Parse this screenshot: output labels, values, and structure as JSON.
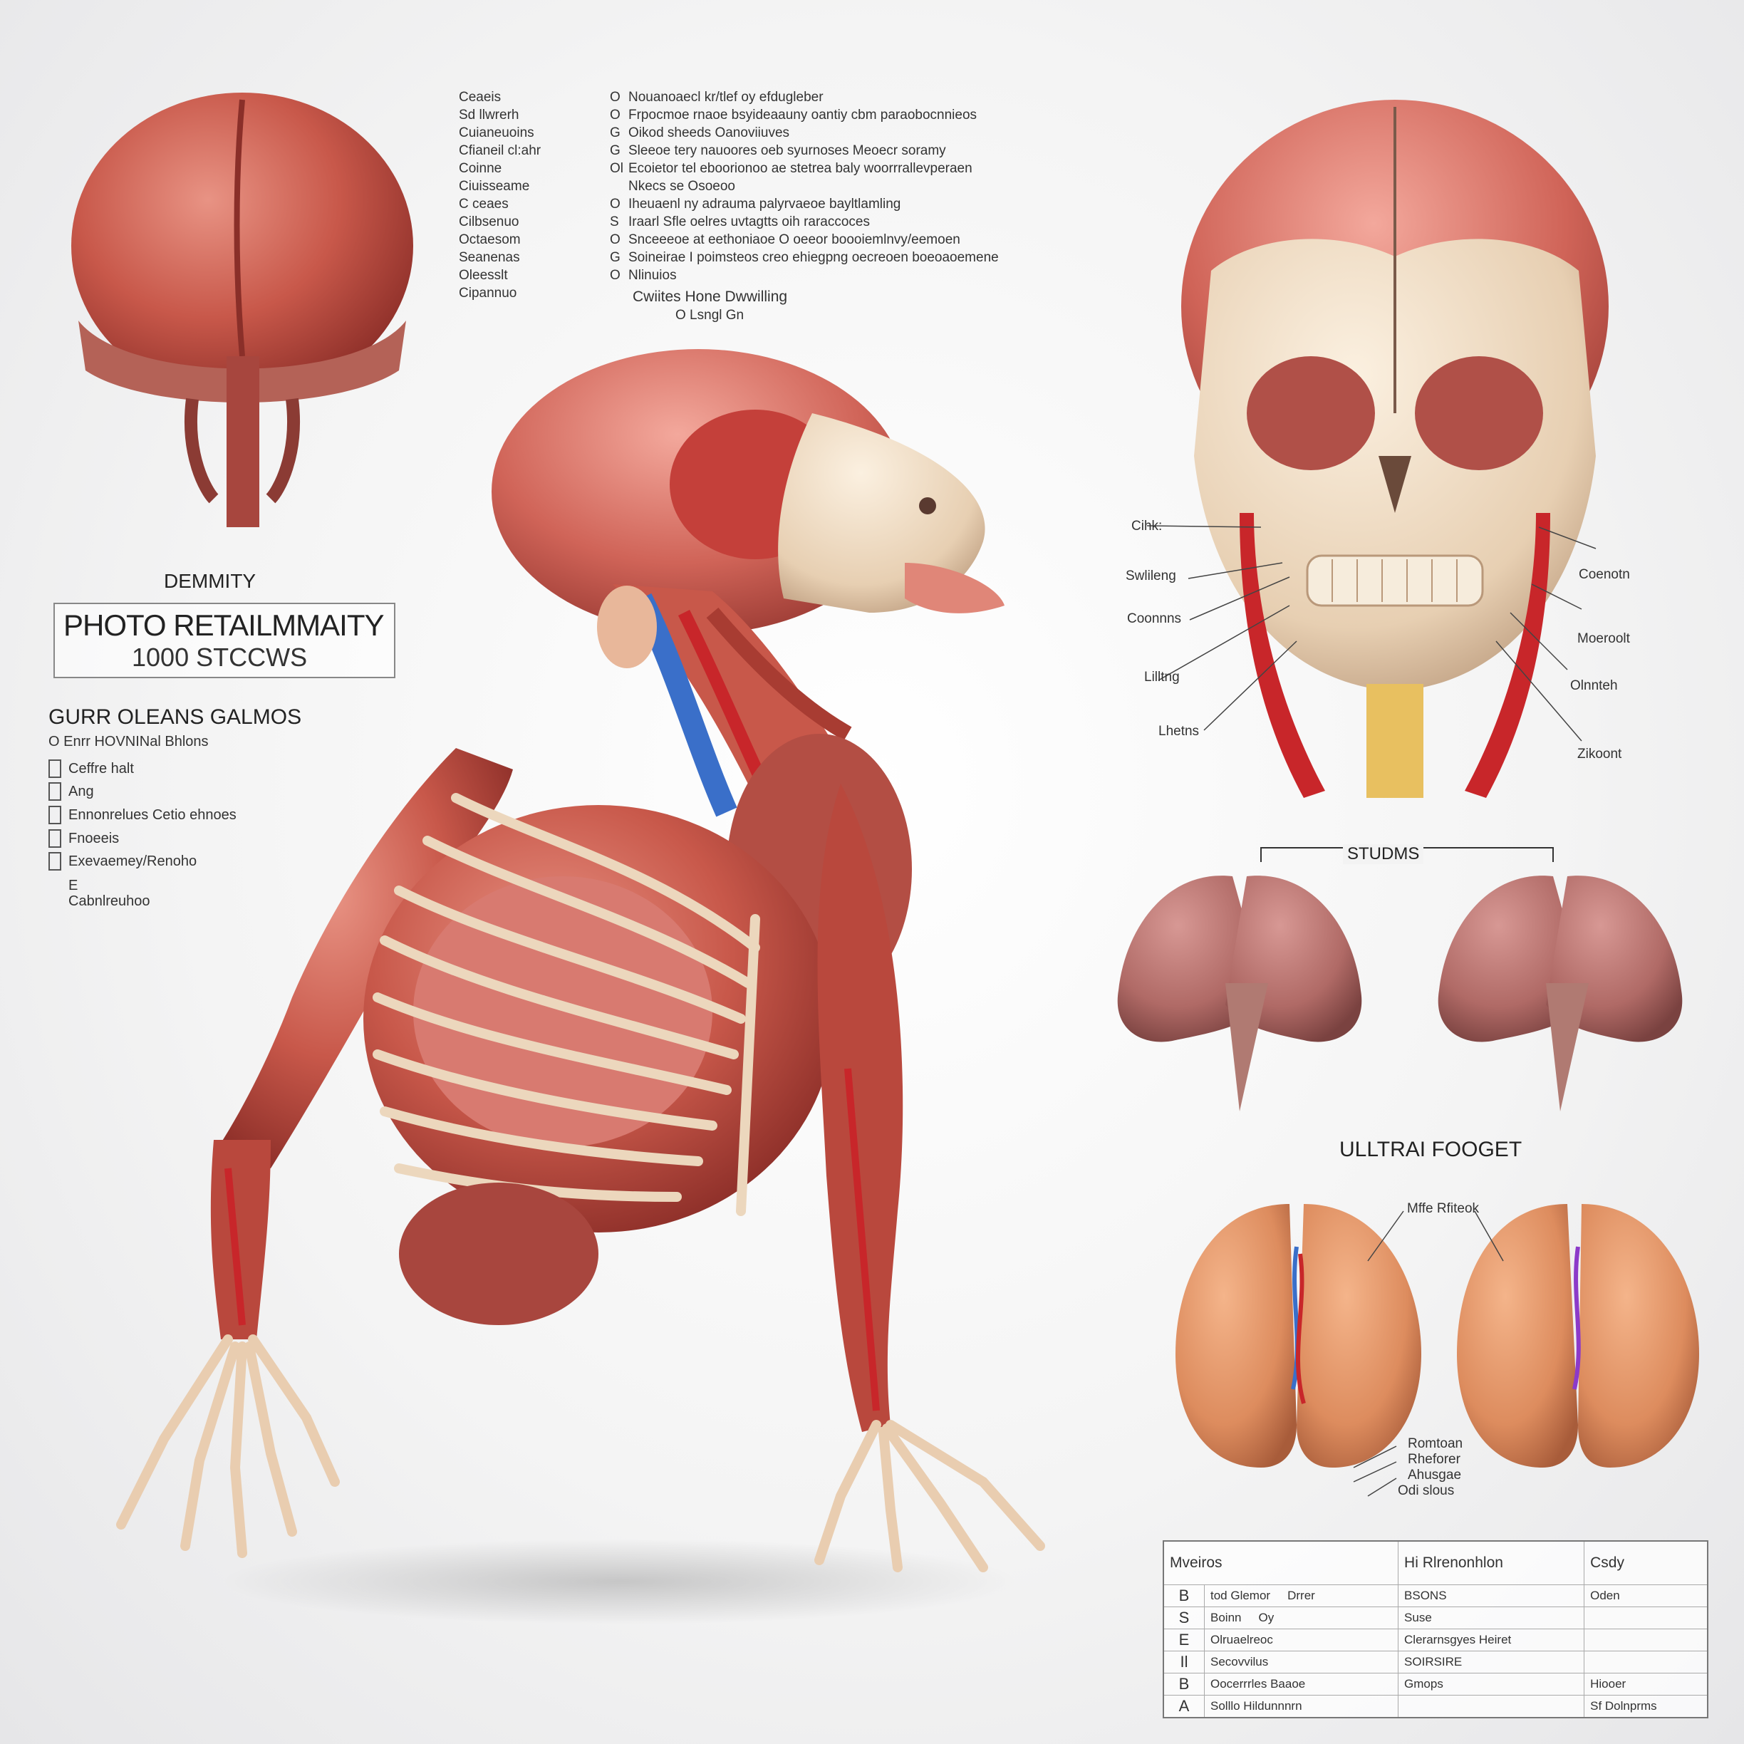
{
  "legend_top": {
    "left_col": [
      "Ceaeis",
      "Sd llwrerh",
      "Cuianeuoins",
      "Cfianeil cl:ahr",
      "Coinne",
      "Ciuisseame",
      "C ceaes",
      "Cilbsenuo",
      "Octaesom",
      "Seanenas",
      "Oleesslt",
      "Cipannuo"
    ],
    "right_col": [
      {
        "bullet": "O",
        "text": "Nouanoaecl kr/tlef oy efdugleber"
      },
      {
        "bullet": "O",
        "text": "Frpocmoe rnaoe bsyideaauny oantiy cbm paraobocnnieos"
      },
      {
        "bullet": "G",
        "text": "Oikod sheeds Oanoviiuves"
      },
      {
        "bullet": "G",
        "text": "Sleeoe tery nauoores oeb syurnoses Meoecr soramy"
      },
      {
        "bullet": "Ol",
        "text": "Ecoietor tel eboorionoo ae stetrea baly woorrrallevperaen"
      },
      {
        "bullet": "",
        "text": "Nkecs se Osoeoo"
      },
      {
        "bullet": "O",
        "text": "Iheuaenl ny adrauma palyrvaeoe bayltlamling"
      },
      {
        "bullet": "S",
        "text": "Iraarl Sfle oelres uvtagtts oih raraccoces"
      },
      {
        "bullet": "O",
        "text": "Snceeeoe at eethoniaoe O oeeor boooiemlnvy/eemoen"
      },
      {
        "bullet": "G",
        "text": "Soineirae I poimsteos creo ehiegpng oecreoen boeoaoemene"
      },
      {
        "bullet": "O",
        "text": "Nlinuios"
      }
    ],
    "footer1": "Cwiites Hone Dwwilling",
    "footer2": "O Lsngl Gn"
  },
  "left_panel": {
    "heading": "DEMMITY",
    "plate_line1": "PHOTO RETAILMMAITY",
    "plate_line2": "1000 STCCWS",
    "section_title": "GURR OLEANS GALMOS",
    "section_sub": "O  Enrr HOVNINal Bhlons",
    "items": [
      "Ceffre halt",
      "Ang",
      "Ennonrelues Cetio ehnoes",
      "Fnoeeis",
      "Exevaemey/Renoho",
      "E",
      "Cabnlreuhoo"
    ]
  },
  "skull_callouts": {
    "left": [
      "Cihk:",
      "Swlileng",
      "Coonnns",
      "Lilltng",
      "Lhetns"
    ],
    "right": [
      "Coenotn",
      "Moeroolt",
      "Olnnteh",
      "Zikoont"
    ]
  },
  "section_labels": {
    "organs": "STUDMS",
    "ultra": "ULLTRAI FOOGET"
  },
  "bottom_callouts": {
    "top": "Mffe Rfiteok",
    "list": [
      "Romtoan",
      "Rheforer",
      "Ahusgae",
      "Odi slous"
    ]
  },
  "table": {
    "headers": [
      "Mveiros",
      "",
      "Hi Rlrenonhlon",
      "Csdy"
    ],
    "rows": [
      {
        "n": "B",
        "c1": "tod Glemor",
        "c2": "Drrer",
        "c3": "BSONS",
        "c4": "Oden"
      },
      {
        "n": "S",
        "c1": "Boinn",
        "c2": "Oy",
        "c3": "Suse",
        "c4": ""
      },
      {
        "n": "E",
        "c1": "Olruaelreoc",
        "c2": "",
        "c3": "Clerarnsgyes Heiret",
        "c4": ""
      },
      {
        "n": "Il",
        "c1": "Secovvilus",
        "c2": "",
        "c3": "SOIRSIRE",
        "c4": ""
      },
      {
        "n": "B",
        "c1": "Oocerrrles Baaoe",
        "c2": "",
        "c3": "Gmops",
        "c4": "Hiooer"
      },
      {
        "n": "A",
        "c1": "Solllo Hildunnnrn",
        "c2": "",
        "c3": "",
        "c4": "Sf Dolnprms"
      }
    ]
  },
  "colors": {
    "muscle": "#c8584a",
    "muscle_light": "#e08a7c",
    "bone": "#ecd7bd",
    "vein": "#3a6fc9",
    "artery": "#c8262a",
    "kidney": "#e59a6e",
    "lung": "#b76e6a"
  }
}
